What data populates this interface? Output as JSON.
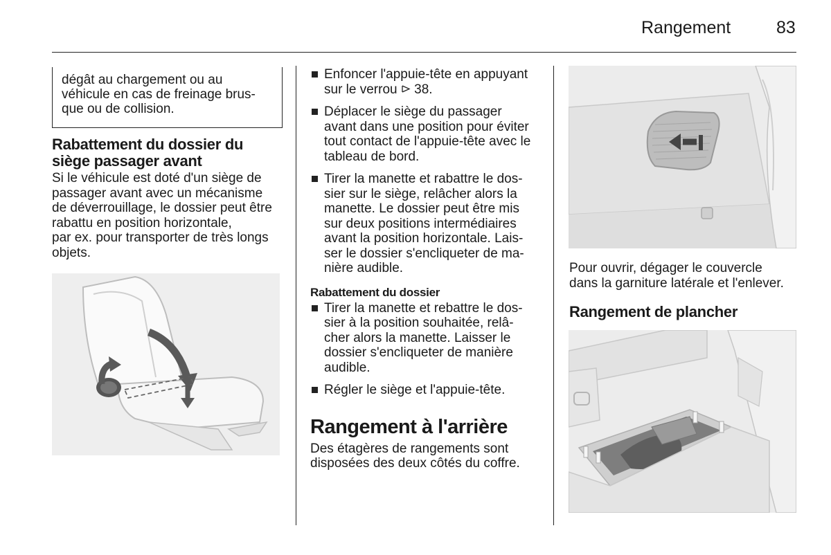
{
  "header": {
    "title": "Rangement",
    "page_number": "83"
  },
  "col1": {
    "warning_text": [
      "dégât au chargement ou au",
      "véhicule en cas de freinage brus-",
      "que ou de collision."
    ],
    "heading": [
      "Rabattement du dossier du",
      "siège passager avant"
    ],
    "paragraph": [
      "Si le véhicule est doté d'un siège de",
      "passager avant avec un mécanisme",
      "de déverrouillage, le dossier peut être",
      "rabattu en position horizontale,",
      "par ex. pour transporter de très longs",
      "objets."
    ]
  },
  "col2": {
    "bullets": [
      {
        "lines": [
          "Enfoncer l'appuie-tête en appuyant",
          "sur le verrou"
        ],
        "ref_icon": "arrow-right-icon",
        "ref": "38."
      },
      {
        "lines": [
          "Déplacer le siège du passager",
          "avant dans une position pour éviter",
          "tout contact de l'appuie-tête avec le",
          "tableau de bord."
        ]
      },
      {
        "lines": [
          "Tirer la manette et rabattre le dos-",
          "sier sur le siège, relâcher alors la",
          "manette. Le dossier peut être mis",
          "sur deux positions intermédiaires",
          "avant la position horizontale. Lais-",
          "ser le dossier s'encliqueter de ma-",
          "nière audible."
        ]
      }
    ],
    "subheading": "Rabattement du dossier",
    "bullets2": [
      {
        "lines": [
          "Tirer la manette et rebattre le dos-",
          "sier à la position souhaitée, relâ-",
          "cher alors la manette. Laisser le",
          "dossier s'encliqueter de manière",
          "audible."
        ]
      },
      {
        "lines": [
          "Régler le siège et l'appuie-tête."
        ]
      }
    ],
    "section_heading": "Rangement à l'arrière",
    "section_paragraph": [
      "Des étagères de rangements sont",
      "disposées des deux côtés du coffre."
    ]
  },
  "col3": {
    "caption": [
      "Pour ouvrir, dégager le couvercle",
      "dans la garniture latérale et l'enlever."
    ],
    "heading": "Rangement de plancher"
  },
  "colors": {
    "text": "#1a1a1a",
    "figure_bg": "#eeeeee",
    "rule": "#222222"
  }
}
